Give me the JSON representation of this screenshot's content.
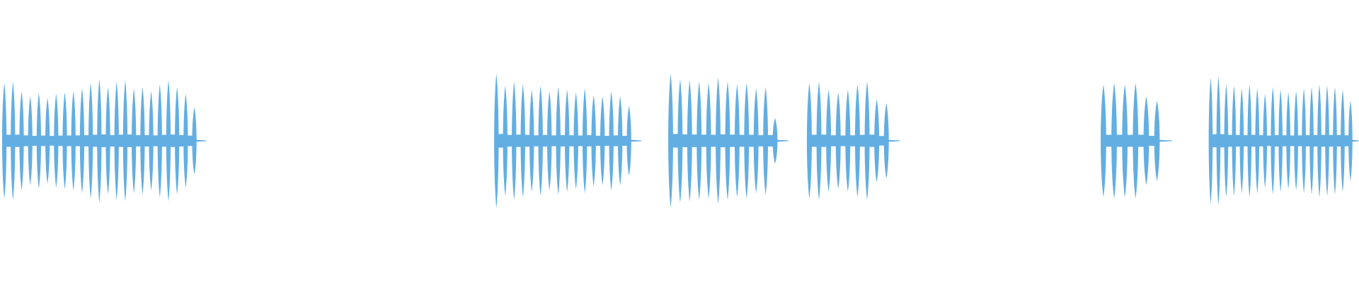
{
  "waveform": {
    "color": "#62aee3",
    "background": "#ffffff",
    "duration_fraction_unit": "timeline",
    "segments": [
      {
        "start": 0.0,
        "end": 0.15,
        "cycles": 19,
        "amplitudes": [
          0.86,
          0.88,
          0.74,
          0.66,
          0.71,
          0.64,
          0.7,
          0.72,
          0.74,
          0.78,
          0.86,
          0.92,
          0.8,
          0.88,
          0.9,
          0.78,
          0.8,
          0.74,
          0.84,
          0.9,
          0.8,
          0.7,
          0.5
        ]
      },
      {
        "start": 0.362,
        "end": 0.47,
        "cycles": 16,
        "amplitudes": [
          1.0,
          0.82,
          0.88,
          0.84,
          0.76,
          0.82,
          0.74,
          0.8,
          0.76,
          0.72,
          0.78,
          0.68,
          0.66,
          0.74,
          0.66,
          0.52
        ]
      },
      {
        "start": 0.49,
        "end": 0.578,
        "cycles": 12,
        "amplitudes": [
          1.0,
          0.92,
          0.9,
          0.88,
          0.86,
          0.94,
          0.88,
          0.84,
          0.86,
          0.78,
          0.8,
          0.34
        ]
      },
      {
        "start": 0.592,
        "end": 0.66,
        "cycles": 9,
        "amplitudes": [
          0.86,
          0.88,
          0.76,
          0.72,
          0.76,
          0.84,
          0.88,
          0.62,
          0.56
        ]
      },
      {
        "start": 0.808,
        "end": 0.86,
        "cycles": 6,
        "amplitudes": [
          0.84,
          0.86,
          0.84,
          0.86,
          0.66,
          0.6
        ]
      },
      {
        "start": 0.888,
        "end": 1.0,
        "cycles": 19,
        "amplitudes": [
          0.94,
          0.96,
          0.84,
          0.82,
          0.78,
          0.84,
          0.78,
          0.7,
          0.8,
          0.76,
          0.72,
          0.74,
          0.78,
          0.8,
          0.84,
          0.82,
          0.8,
          0.76,
          0.6
        ]
      }
    ]
  }
}
